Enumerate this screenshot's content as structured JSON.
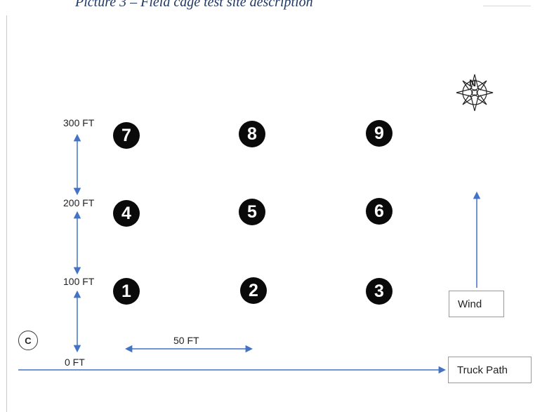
{
  "caption": "Picture 3 – Field cage test site description",
  "compass": {
    "north_label": "N",
    "icon": "compass-rose-icon"
  },
  "distance_labels": [
    "300 FT",
    "200 FT",
    "100 FT",
    "0 FT"
  ],
  "spacing_label": "50 FT",
  "stations": [
    "7",
    "8",
    "9",
    "4",
    "5",
    "6",
    "1",
    "2",
    "3"
  ],
  "control_label": "C",
  "wind_label": "Wind",
  "truck_path_label": "Truck Path",
  "colors": {
    "arrow": "#4472c4",
    "station_fill": "#0a0a0a",
    "caption": "#1f3864"
  }
}
